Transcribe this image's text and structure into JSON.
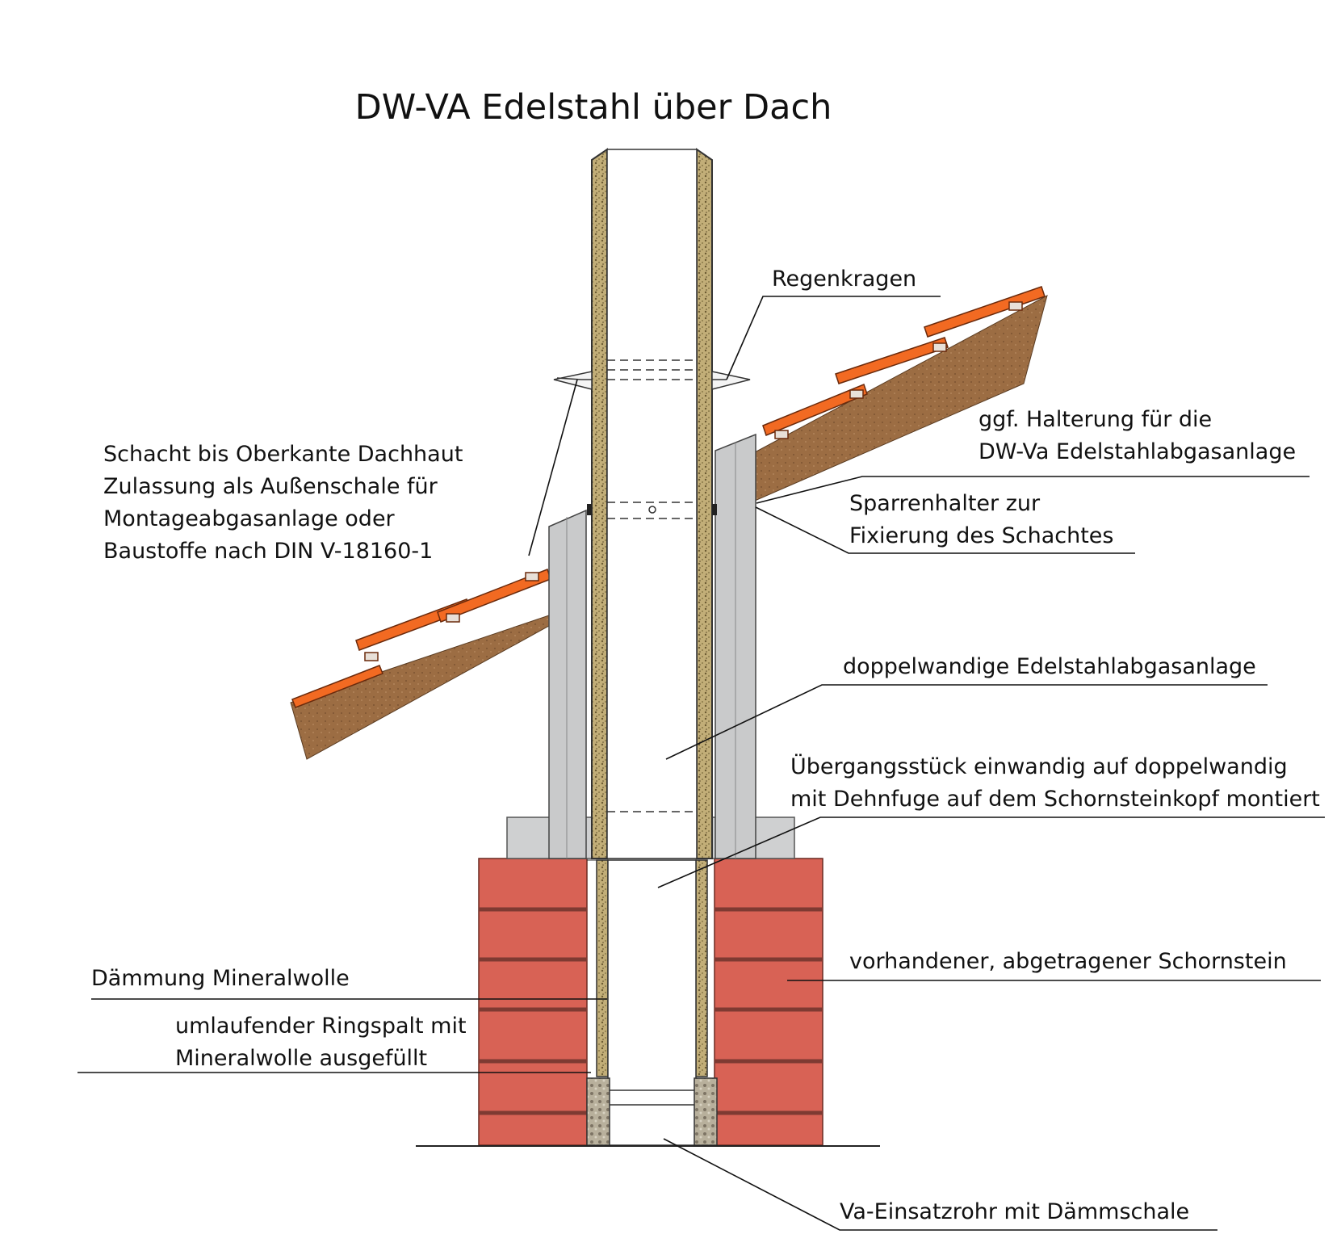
{
  "title": "DW-VA Edelstahl über Dach",
  "colors": {
    "tile": "#f26a22",
    "roof": "#9c6d43",
    "brick": "#d86255",
    "mortar": "#7e3a32",
    "shaft": "#c9cacb",
    "insulation": "#b8a46e",
    "line": "#111111"
  },
  "labels": {
    "regenkragen": "Regenkragen",
    "halterung": [
      "ggf. Halterung für die",
      "DW-Va Edelstahlabgasanlage"
    ],
    "schacht": [
      "Schacht bis Oberkante Dachhaut",
      "Zulassung als Außenschale für",
      "Montageabgasanlage oder",
      "Baustoffe nach DIN V-18160-1"
    ],
    "sparrenhalter": [
      "Sparrenhalter zur",
      "Fixierung des Schachtes"
    ],
    "doppelwandig": "doppelwandige Edelstahlabgasanlage",
    "uebergang": [
      "Übergangsstück einwandig auf doppelwandig",
      "mit Dehnfuge auf dem Schornsteinkopf montiert"
    ],
    "schornstein": "vorhandener, abgetragener Schornstein",
    "daemmung": "Dämmung Mineralwolle",
    "ringspalt": [
      "umlaufender Ringspalt mit",
      "Mineralwolle ausgefüllt"
    ],
    "einsatzrohr": "Va-Einsatzrohr mit Dämmschale"
  }
}
